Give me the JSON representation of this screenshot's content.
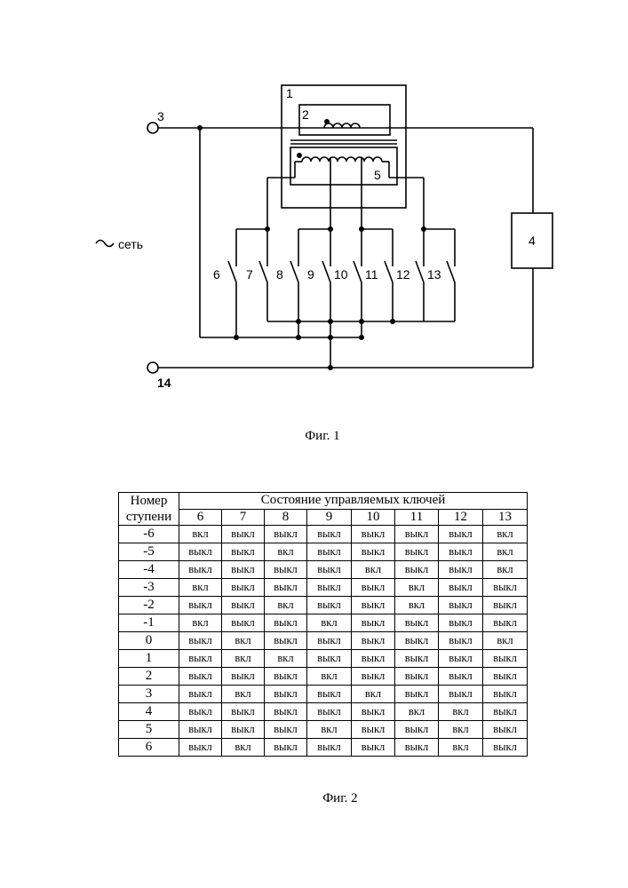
{
  "figure1": {
    "caption": "Фиг. 1",
    "mains_label": "сеть",
    "labels": {
      "transformer": "1",
      "primary_winding": "2",
      "terminal_in": "3",
      "load": "4",
      "secondary_winding": "5",
      "terminal_out": "14"
    },
    "switch_labels": [
      "6",
      "7",
      "8",
      "9",
      "10",
      "11",
      "12",
      "13"
    ]
  },
  "figure2": {
    "caption": "Фиг. 2",
    "header_step": "Номер ступени",
    "header_states": "Состояние управляемых ключей",
    "switch_columns": [
      "6",
      "7",
      "8",
      "9",
      "10",
      "11",
      "12",
      "13"
    ],
    "rows": [
      {
        "step": "-6",
        "states": [
          "вкл",
          "выкл",
          "выкл",
          "выкл",
          "выкл",
          "выкл",
          "выкл",
          "вкл"
        ]
      },
      {
        "step": "-5",
        "states": [
          "выкл",
          "выкл",
          "вкл",
          "выкл",
          "выкл",
          "выкл",
          "выкл",
          "вкл"
        ]
      },
      {
        "step": "-4",
        "states": [
          "выкл",
          "выкл",
          "выкл",
          "выкл",
          "вкл",
          "выкл",
          "выкл",
          "вкл"
        ]
      },
      {
        "step": "-3",
        "states": [
          "вкл",
          "выкл",
          "выкл",
          "выкл",
          "выкл",
          "вкл",
          "выкл",
          "выкл"
        ]
      },
      {
        "step": "-2",
        "states": [
          "выкл",
          "выкл",
          "вкл",
          "выкл",
          "выкл",
          "вкл",
          "выкл",
          "выкл"
        ]
      },
      {
        "step": "-1",
        "states": [
          "вкл",
          "выкл",
          "выкл",
          "вкл",
          "выкл",
          "выкл",
          "выкл",
          "выкл"
        ]
      },
      {
        "step": "0",
        "states": [
          "выкл",
          "вкл",
          "выкл",
          "выкл",
          "выкл",
          "выкл",
          "выкл",
          "вкл"
        ]
      },
      {
        "step": "1",
        "states": [
          "выкл",
          "вкл",
          "вкл",
          "выкл",
          "выкл",
          "выкл",
          "выкл",
          "выкл"
        ]
      },
      {
        "step": "2",
        "states": [
          "выкл",
          "выкл",
          "выкл",
          "вкл",
          "выкл",
          "выкл",
          "выкл",
          "выкл"
        ]
      },
      {
        "step": "3",
        "states": [
          "выкл",
          "вкл",
          "выкл",
          "выкл",
          "вкл",
          "выкл",
          "выкл",
          "выкл"
        ]
      },
      {
        "step": "4",
        "states": [
          "выкл",
          "выкл",
          "выкл",
          "выкл",
          "выкл",
          "вкл",
          "вкл",
          "выкл"
        ]
      },
      {
        "step": "5",
        "states": [
          "выкл",
          "выкл",
          "выкл",
          "вкл",
          "выкл",
          "выкл",
          "вкл",
          "выкл"
        ]
      },
      {
        "step": "6",
        "states": [
          "выкл",
          "вкл",
          "выкл",
          "выкл",
          "выкл",
          "выкл",
          "вкл",
          "выкл"
        ]
      }
    ]
  }
}
